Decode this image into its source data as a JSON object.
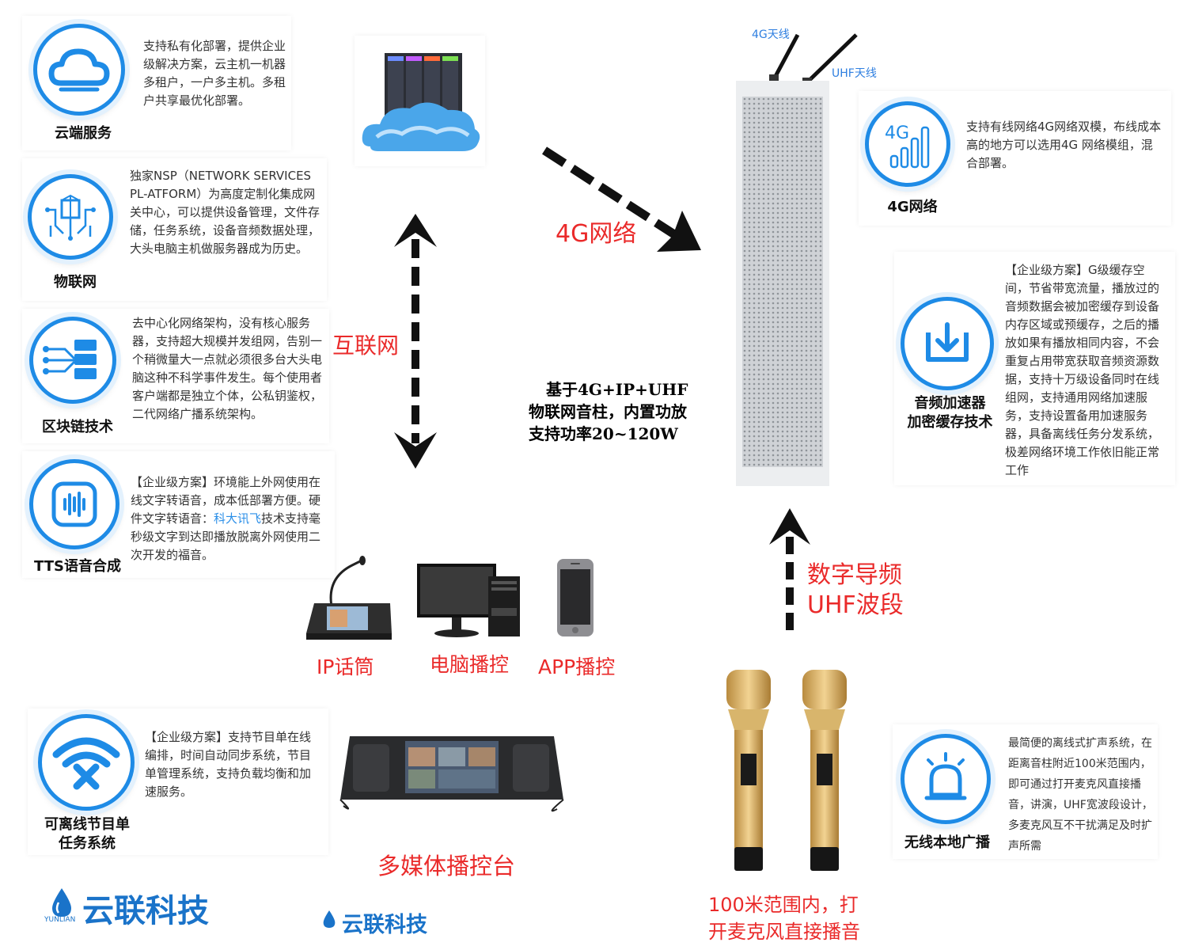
{
  "features": {
    "cloud": {
      "title": "云端服务",
      "desc": "支持私有化部署，提供企业级解决方案，云主机一机器 多租户，一户多主机。多租户共享最优化部署。"
    },
    "iot": {
      "title": "物联网",
      "desc": "独家NSP（NETWORK SERVICES PL-ATFORM）为高度定制化集成网关中心，可以提供设备管理，文件存储，任务系统，设备音频数据处理，大头电脑主机做服务器成为历史。"
    },
    "blockchain": {
      "title": "区块链技术",
      "desc": "去中心化网络架构，没有核心服务器，支持超大规模并发组网，告别一个稍微量大一点就必须很多台大头电脑这种不科学事件发生。每个使用者客户端都是独立个体，公私钥鉴权，二代网络广播系统架构。"
    },
    "tts": {
      "title": "TTS语音合成",
      "desc_a": "【企业级方案】环境能上外网使用在线文字转语音，成本低部署方便。硬件文字转语音：",
      "desc_link": "科大讯飞",
      "desc_b": "技术支持毫秒级文字到达即播放脱离外网使用二次开发的福音。"
    },
    "offline": {
      "title_line1": "可离线节目单",
      "title_line2": "任务系统",
      "desc": "【企业级方案】支持节目单在线编排，时间自动同步系统，节目单管理系统，支持负载均衡和加速服务。"
    },
    "g4": {
      "title": "4G网络",
      "desc": "支持有线网络4G网络双模，布线成本高的地方可以选用4G 网络模组，混合部署。"
    },
    "accelerator": {
      "title_line1": "音频加速器",
      "title_line2": "加密缓存技术",
      "desc": "【企业级方案】G级缓存空间，节省带宽流量，播放过的音频数据会被加密缓存到设备内存区域或预缓存，之后的播放如果有播放相同内容，不会重复占用带宽获取音频资源数据，支持十万级设备同时在线组网，支持通用网络加速服务，支持设置备用加速服务器，具备离线任务分发系统，极差网络环境工作依旧能正常工作"
    },
    "wireless": {
      "title": "无线本地广播",
      "desc": "最简便的离线式扩声系统，在距离音柱附近100米范围内，即可通过打开麦克风直接播音，讲演，UHF宽波段设计，多麦克风互不干扰满足及时扩声所需"
    }
  },
  "labels": {
    "internet": "互联网",
    "network_4g": "4G网络",
    "uhf_line1": "数字导频",
    "uhf_line2": "UHF波段",
    "antenna_4g": "4G天线",
    "antenna_uhf": "UHF天线",
    "center_line1": "基于4G+IP+UHF",
    "center_line2": "物联网音柱，内置功放",
    "center_line3": "支持功率20~120W",
    "ip_mic": "IP话筒",
    "pc_control": "电脑播控",
    "app_control": "APP播控",
    "console": "多媒体播控台",
    "mic_range_line1": "100米范围内，打",
    "mic_range_line2": "开麦克风直接播音"
  },
  "brand": {
    "name": "云联科技",
    "sub": "YUNLIAN"
  },
  "colors": {
    "accent": "#1e8be6",
    "label_red": "#ea2a2a"
  }
}
